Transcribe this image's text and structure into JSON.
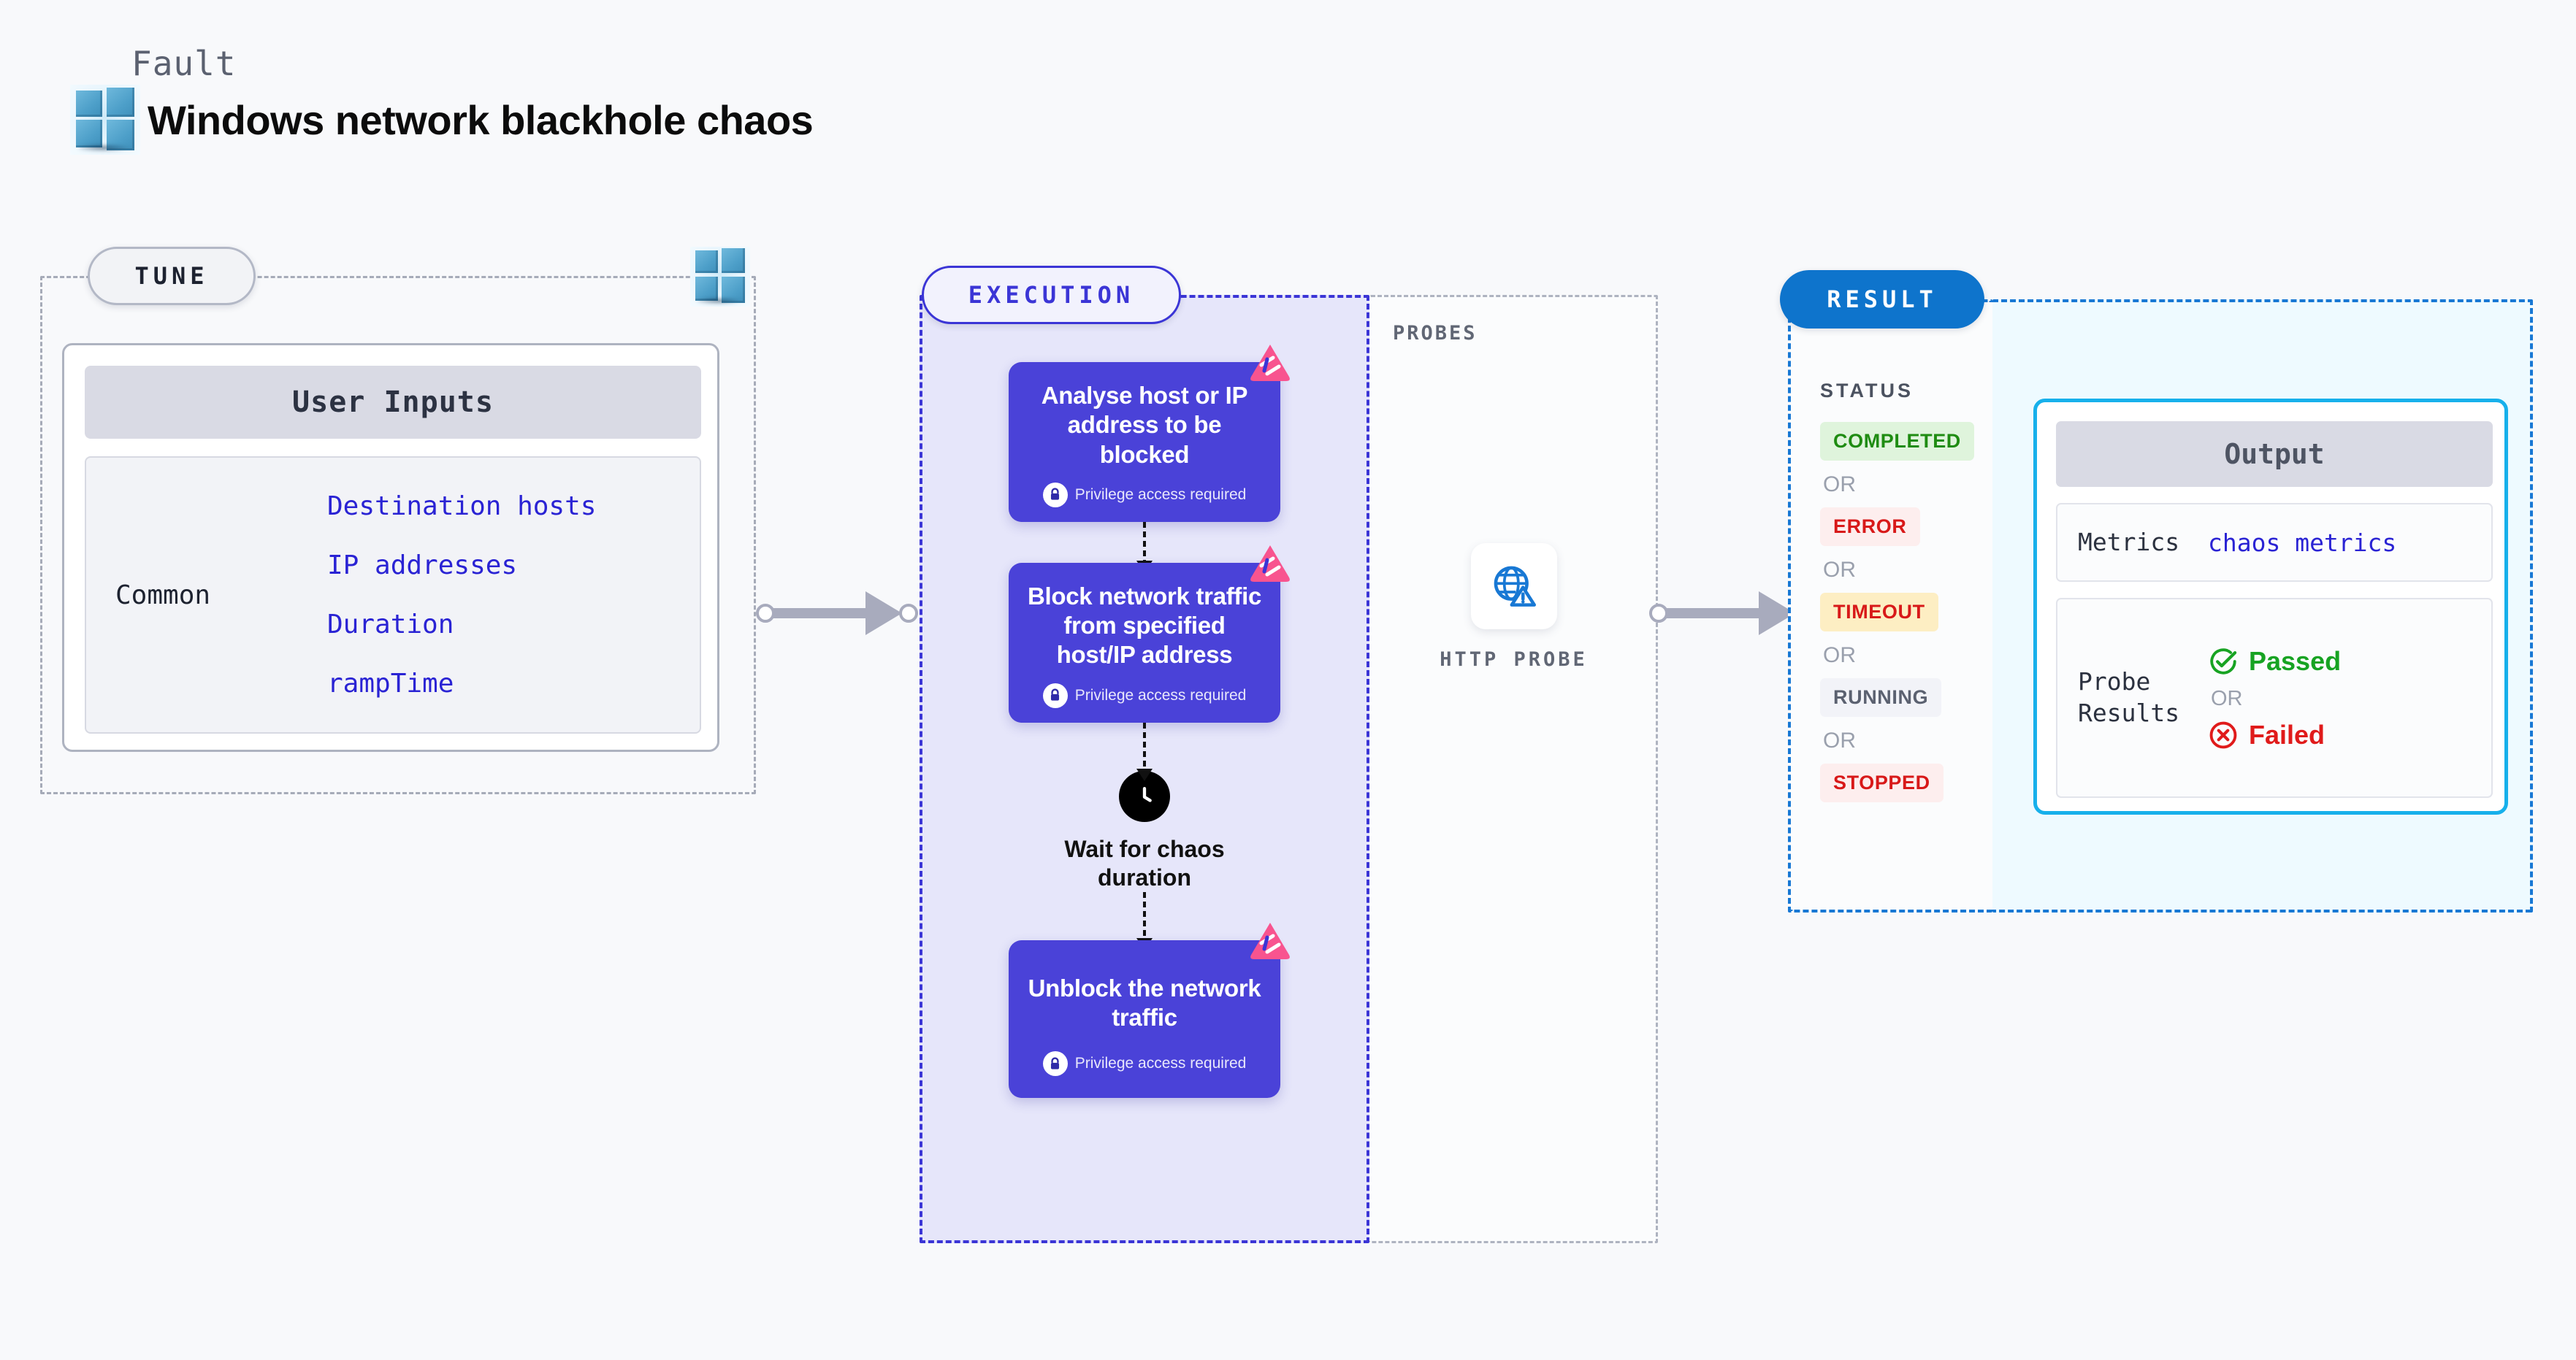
{
  "header": {
    "fault_label": "Fault",
    "title": "Windows network blackhole chaos",
    "icon": "windows-logo-icon"
  },
  "tune": {
    "badge": "TUNE",
    "card_header": "User Inputs",
    "group_label": "Common",
    "params": [
      "Destination hosts",
      "IP addresses",
      "Duration",
      "rampTime"
    ],
    "icon": "windows-logo-icon"
  },
  "execution": {
    "badge": "EXECUTION",
    "privilege_note": "Privilege access required",
    "steps": [
      {
        "title": "Analyse host or IP address to be blocked",
        "privileged": true,
        "badge_icon": "litmus-chaos-icon"
      },
      {
        "title": "Block network traffic from specified host/IP address",
        "privileged": true,
        "badge_icon": "litmus-chaos-icon"
      },
      {
        "title": "Unblock the network traffic",
        "privileged": true,
        "badge_icon": "litmus-chaos-icon"
      }
    ],
    "wait_node": {
      "label": "Wait for chaos duration",
      "icon": "clock-icon"
    }
  },
  "probes": {
    "title": "PROBES",
    "items": [
      {
        "label": "HTTP PROBE",
        "icon": "globe-warning-icon"
      }
    ]
  },
  "result": {
    "badge": "RESULT",
    "status_title": "STATUS",
    "or_label": "OR",
    "statuses": [
      {
        "label": "COMPLETED",
        "bg": "#dff4dc",
        "color": "#1f8c12"
      },
      {
        "label": "ERROR",
        "bg": "#fdeeee",
        "color": "#d81919"
      },
      {
        "label": "TIMEOUT",
        "bg": "#fdeec3",
        "color": "#d81919"
      },
      {
        "label": "RUNNING",
        "bg": "#f2f3f8",
        "color": "#5b6170"
      },
      {
        "label": "STOPPED",
        "bg": "#fdeeee",
        "color": "#d81919"
      }
    ],
    "output": {
      "header": "Output",
      "metrics_key": "Metrics",
      "metrics_value": "chaos metrics",
      "probe_results_key": "Probe Results",
      "or_label": "OR",
      "outcomes": [
        {
          "label": "Passed",
          "icon": "check-circle-icon",
          "color": "#17a322"
        },
        {
          "label": "Failed",
          "icon": "x-circle-icon",
          "color": "#e01b1b"
        }
      ]
    }
  },
  "colors": {
    "canvas_bg": "#f8f9fb",
    "execution_accent": "#3b35d6",
    "execution_fill": "#e6e6fa",
    "step_card": "#4a42d8",
    "result_accent": "#1878d4",
    "result_badge": "#0e74cc",
    "result_fill": "#eefaff",
    "output_border": "#17b0eb",
    "param_text": "#2a23d4",
    "connector": "#a8abbd",
    "litmus_pink": "#f8548f"
  }
}
